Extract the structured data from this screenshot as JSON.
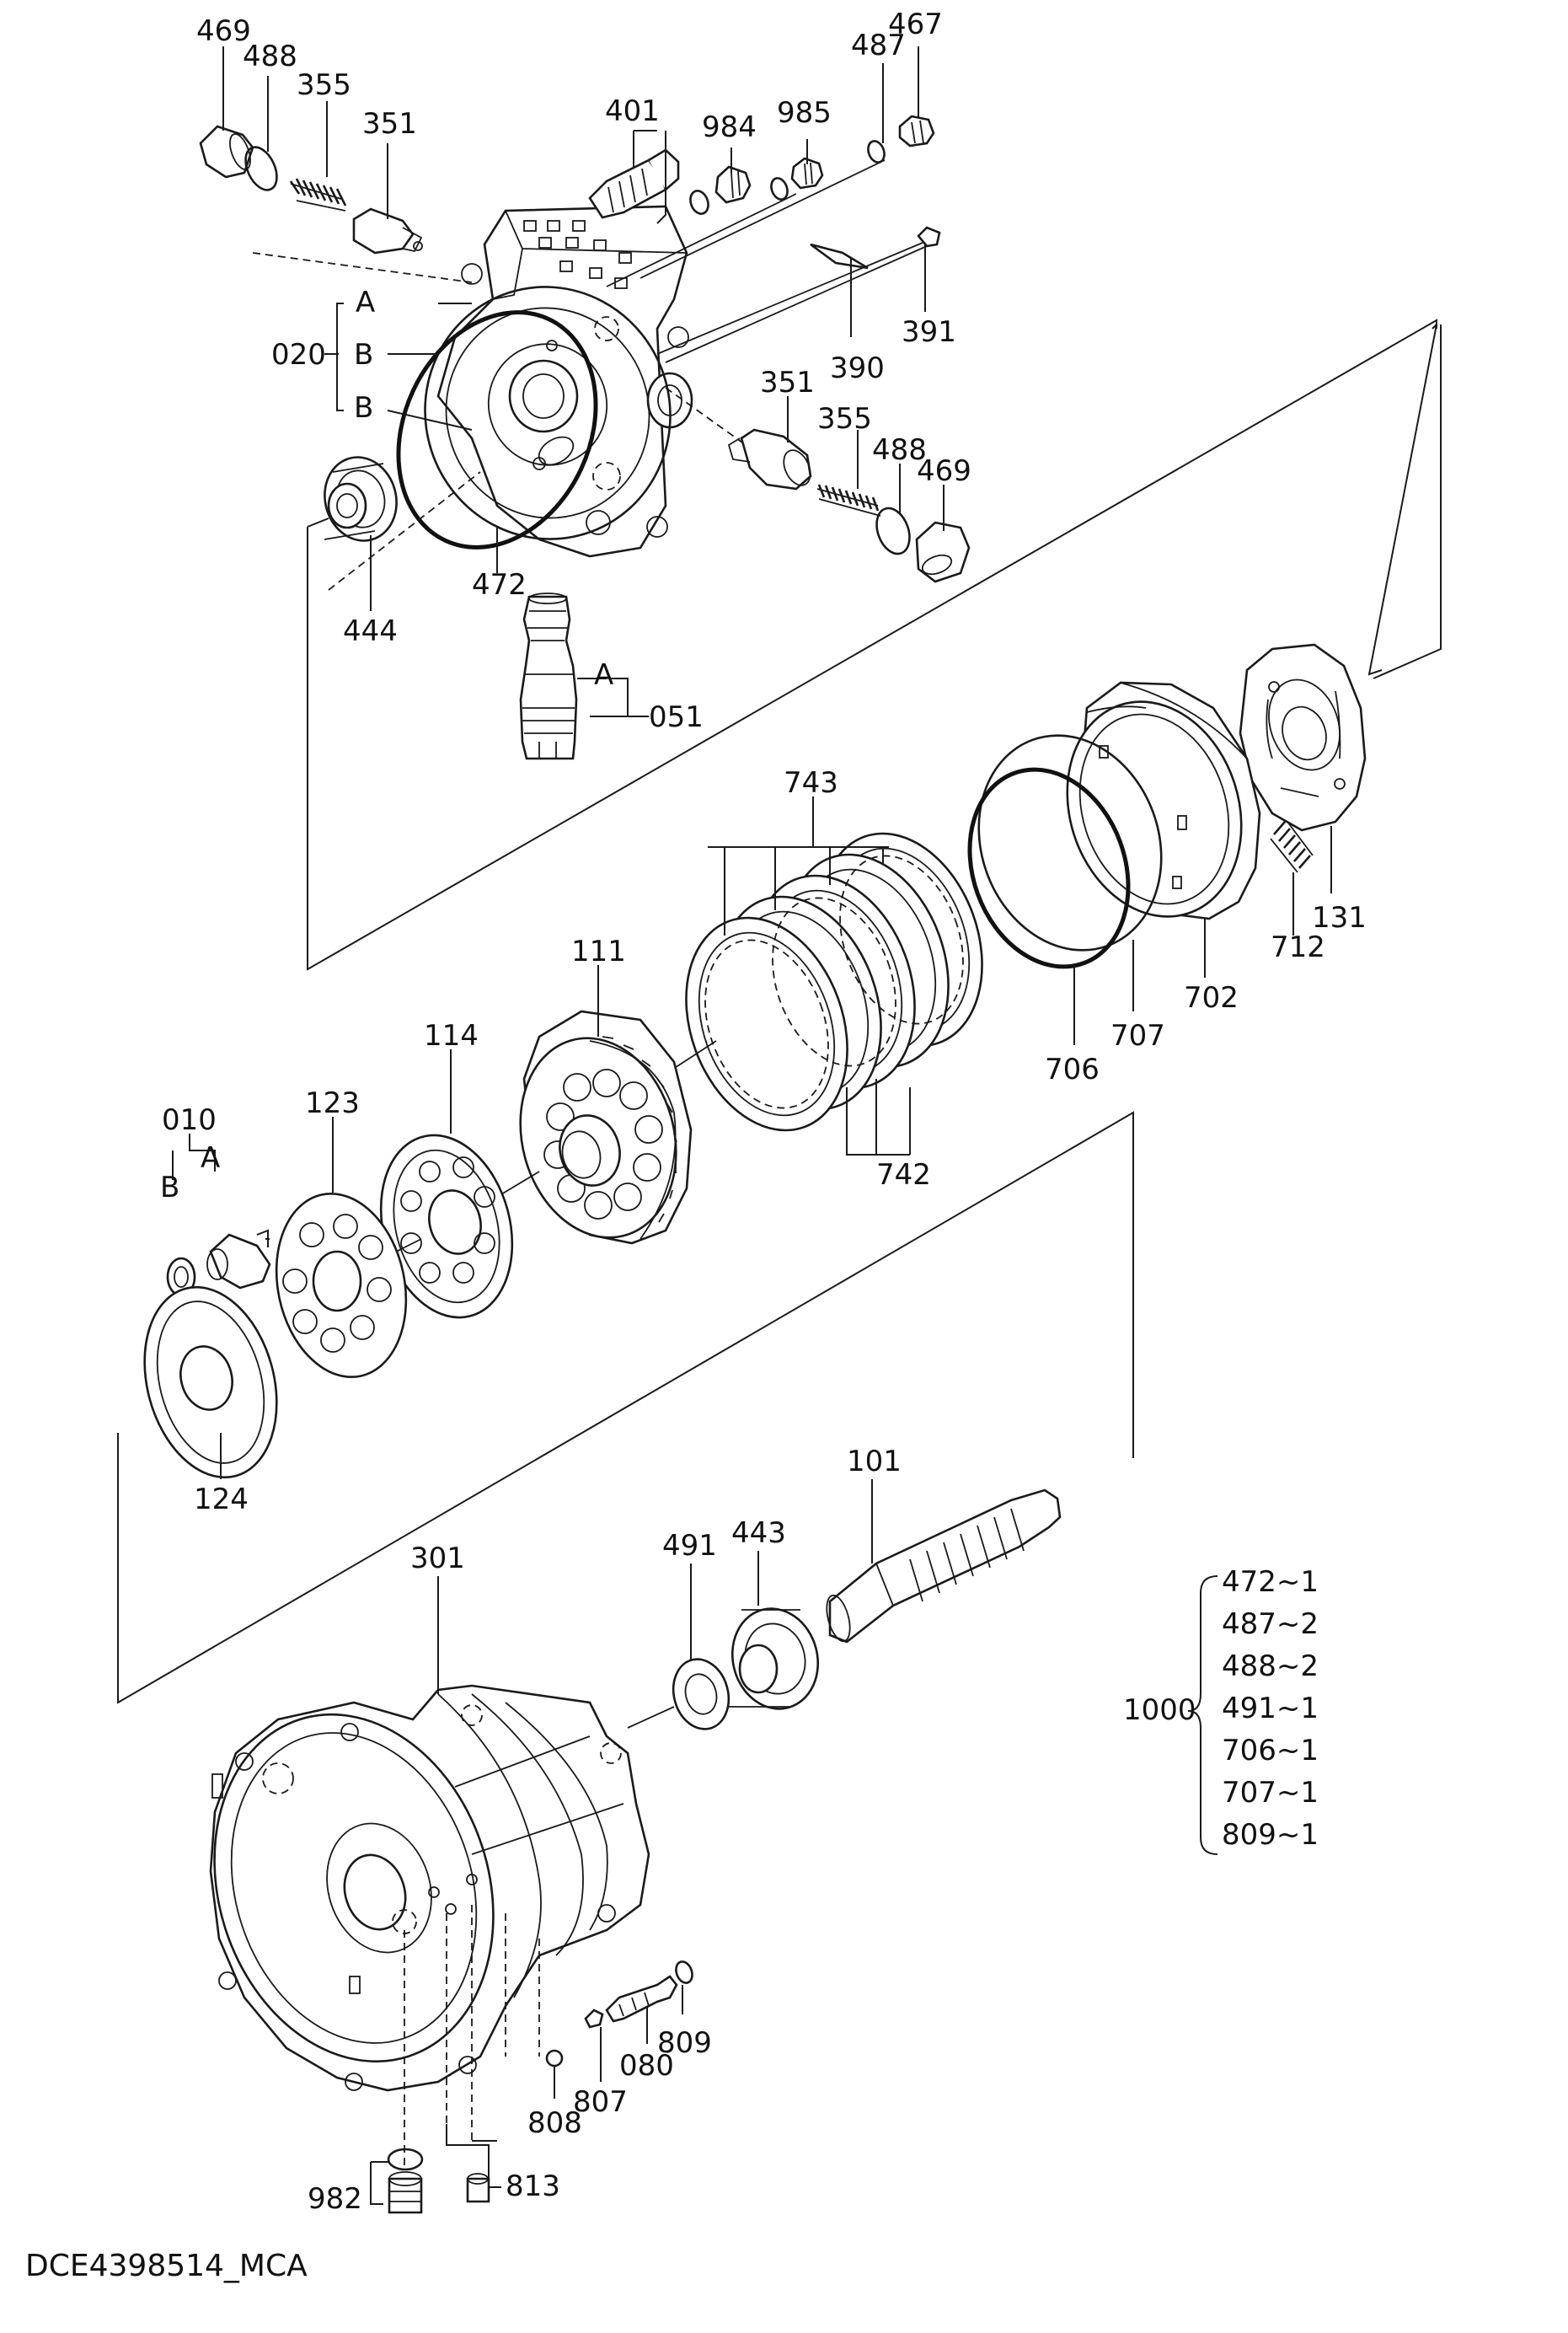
{
  "labels": {
    "l469a": "469",
    "l488a": "488",
    "l355a": "355",
    "l351a": "351",
    "l401": "401",
    "l984": "984",
    "l985": "985",
    "l487": "487",
    "l467": "467",
    "l391": "391",
    "l390": "390",
    "l020": "020",
    "lA1": "A",
    "lB1": "B",
    "lB2": "B",
    "l351b": "351",
    "l355b": "355",
    "l488b": "488",
    "l469b": "469",
    "l444": "444",
    "l472": "472",
    "lA2": "A",
    "l051": "051",
    "l743": "743",
    "l111": "111",
    "l114": "114",
    "l123": "123",
    "l010": "010",
    "lA3": "A",
    "lB3": "B",
    "l706": "706",
    "l707": "707",
    "l702": "702",
    "l712": "712",
    "l131": "131",
    "l742": "742",
    "l124": "124",
    "l101": "101",
    "l443": "443",
    "l491": "491",
    "l301": "301",
    "l809": "809",
    "l080": "080",
    "l807": "807",
    "l808": "808",
    "l982": "982",
    "l813": "813"
  },
  "kit": {
    "number": "1000",
    "items": [
      "472~1",
      "487~2",
      "488~2",
      "491~1",
      "706~1",
      "707~1",
      "809~1"
    ]
  },
  "drawing_code": "DCE4398514_MCA"
}
